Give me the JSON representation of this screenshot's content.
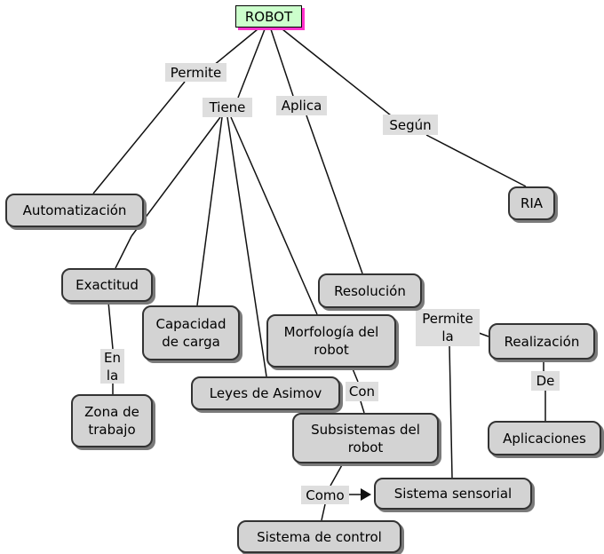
{
  "concept_map": {
    "root": "ROBOT",
    "concepts": {
      "automatizacion": "Automatización",
      "exactitud": "Exactitud",
      "zona_de_trabajo": "Zona de\ntrabajo",
      "capacidad_de_carga": "Capacidad\nde carga",
      "leyes_de_asimov": "Leyes de Asimov",
      "morfologia_del_robot": "Morfología del\nrobot",
      "resolucion": "Resolución",
      "subsistemas_del_robot": "Subsistemas del\nrobot",
      "sistema_sensorial": "Sistema sensorial",
      "sistema_de_control": "Sistema de control",
      "ria": "RIA",
      "realizacion": "Realización",
      "aplicaciones": "Aplicaciones"
    },
    "links": {
      "permite": "Permite",
      "tiene": "Tiene",
      "aplica": "Aplica",
      "segun": "Según",
      "en_la": "En\nla",
      "con": "Con",
      "como": "Como",
      "permite_la": "Permite\nla",
      "de": "De"
    }
  }
}
